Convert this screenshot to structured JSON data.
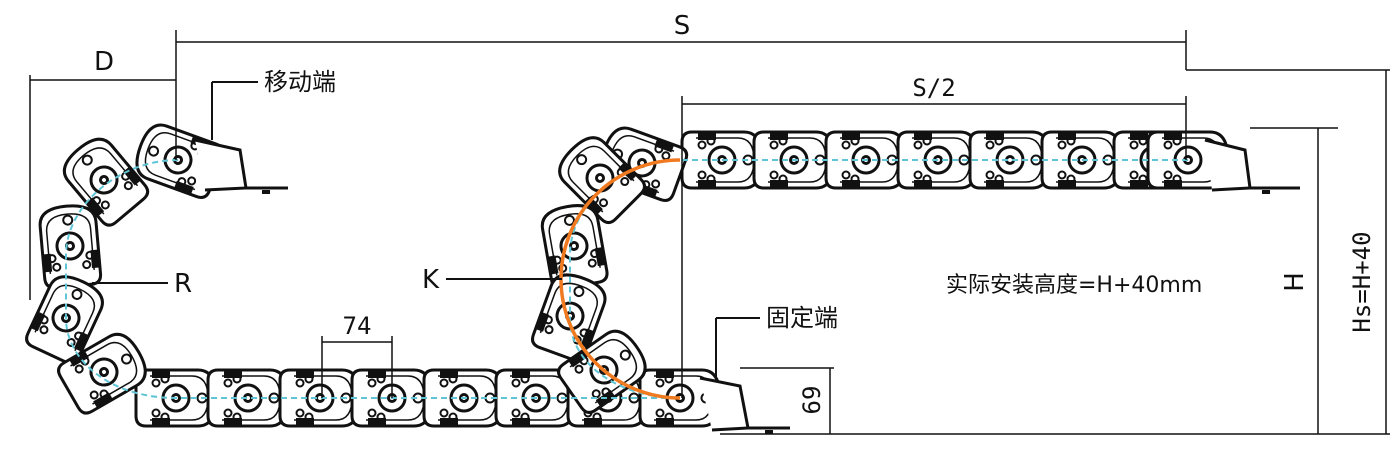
{
  "labels": {
    "s": "S",
    "s_half": "S/2",
    "d": "D",
    "moving_end": "移动端",
    "fixed_end": "固定端",
    "r": "R",
    "k": "K",
    "pitch": "74",
    "h": "H",
    "hs": "Hs=H+40",
    "install_height": "实际安装高度=H+40mm",
    "link_height": "69"
  },
  "colors": {
    "line": "#111111",
    "centerline": "#5fc5d6",
    "arc": "#f07a20"
  }
}
